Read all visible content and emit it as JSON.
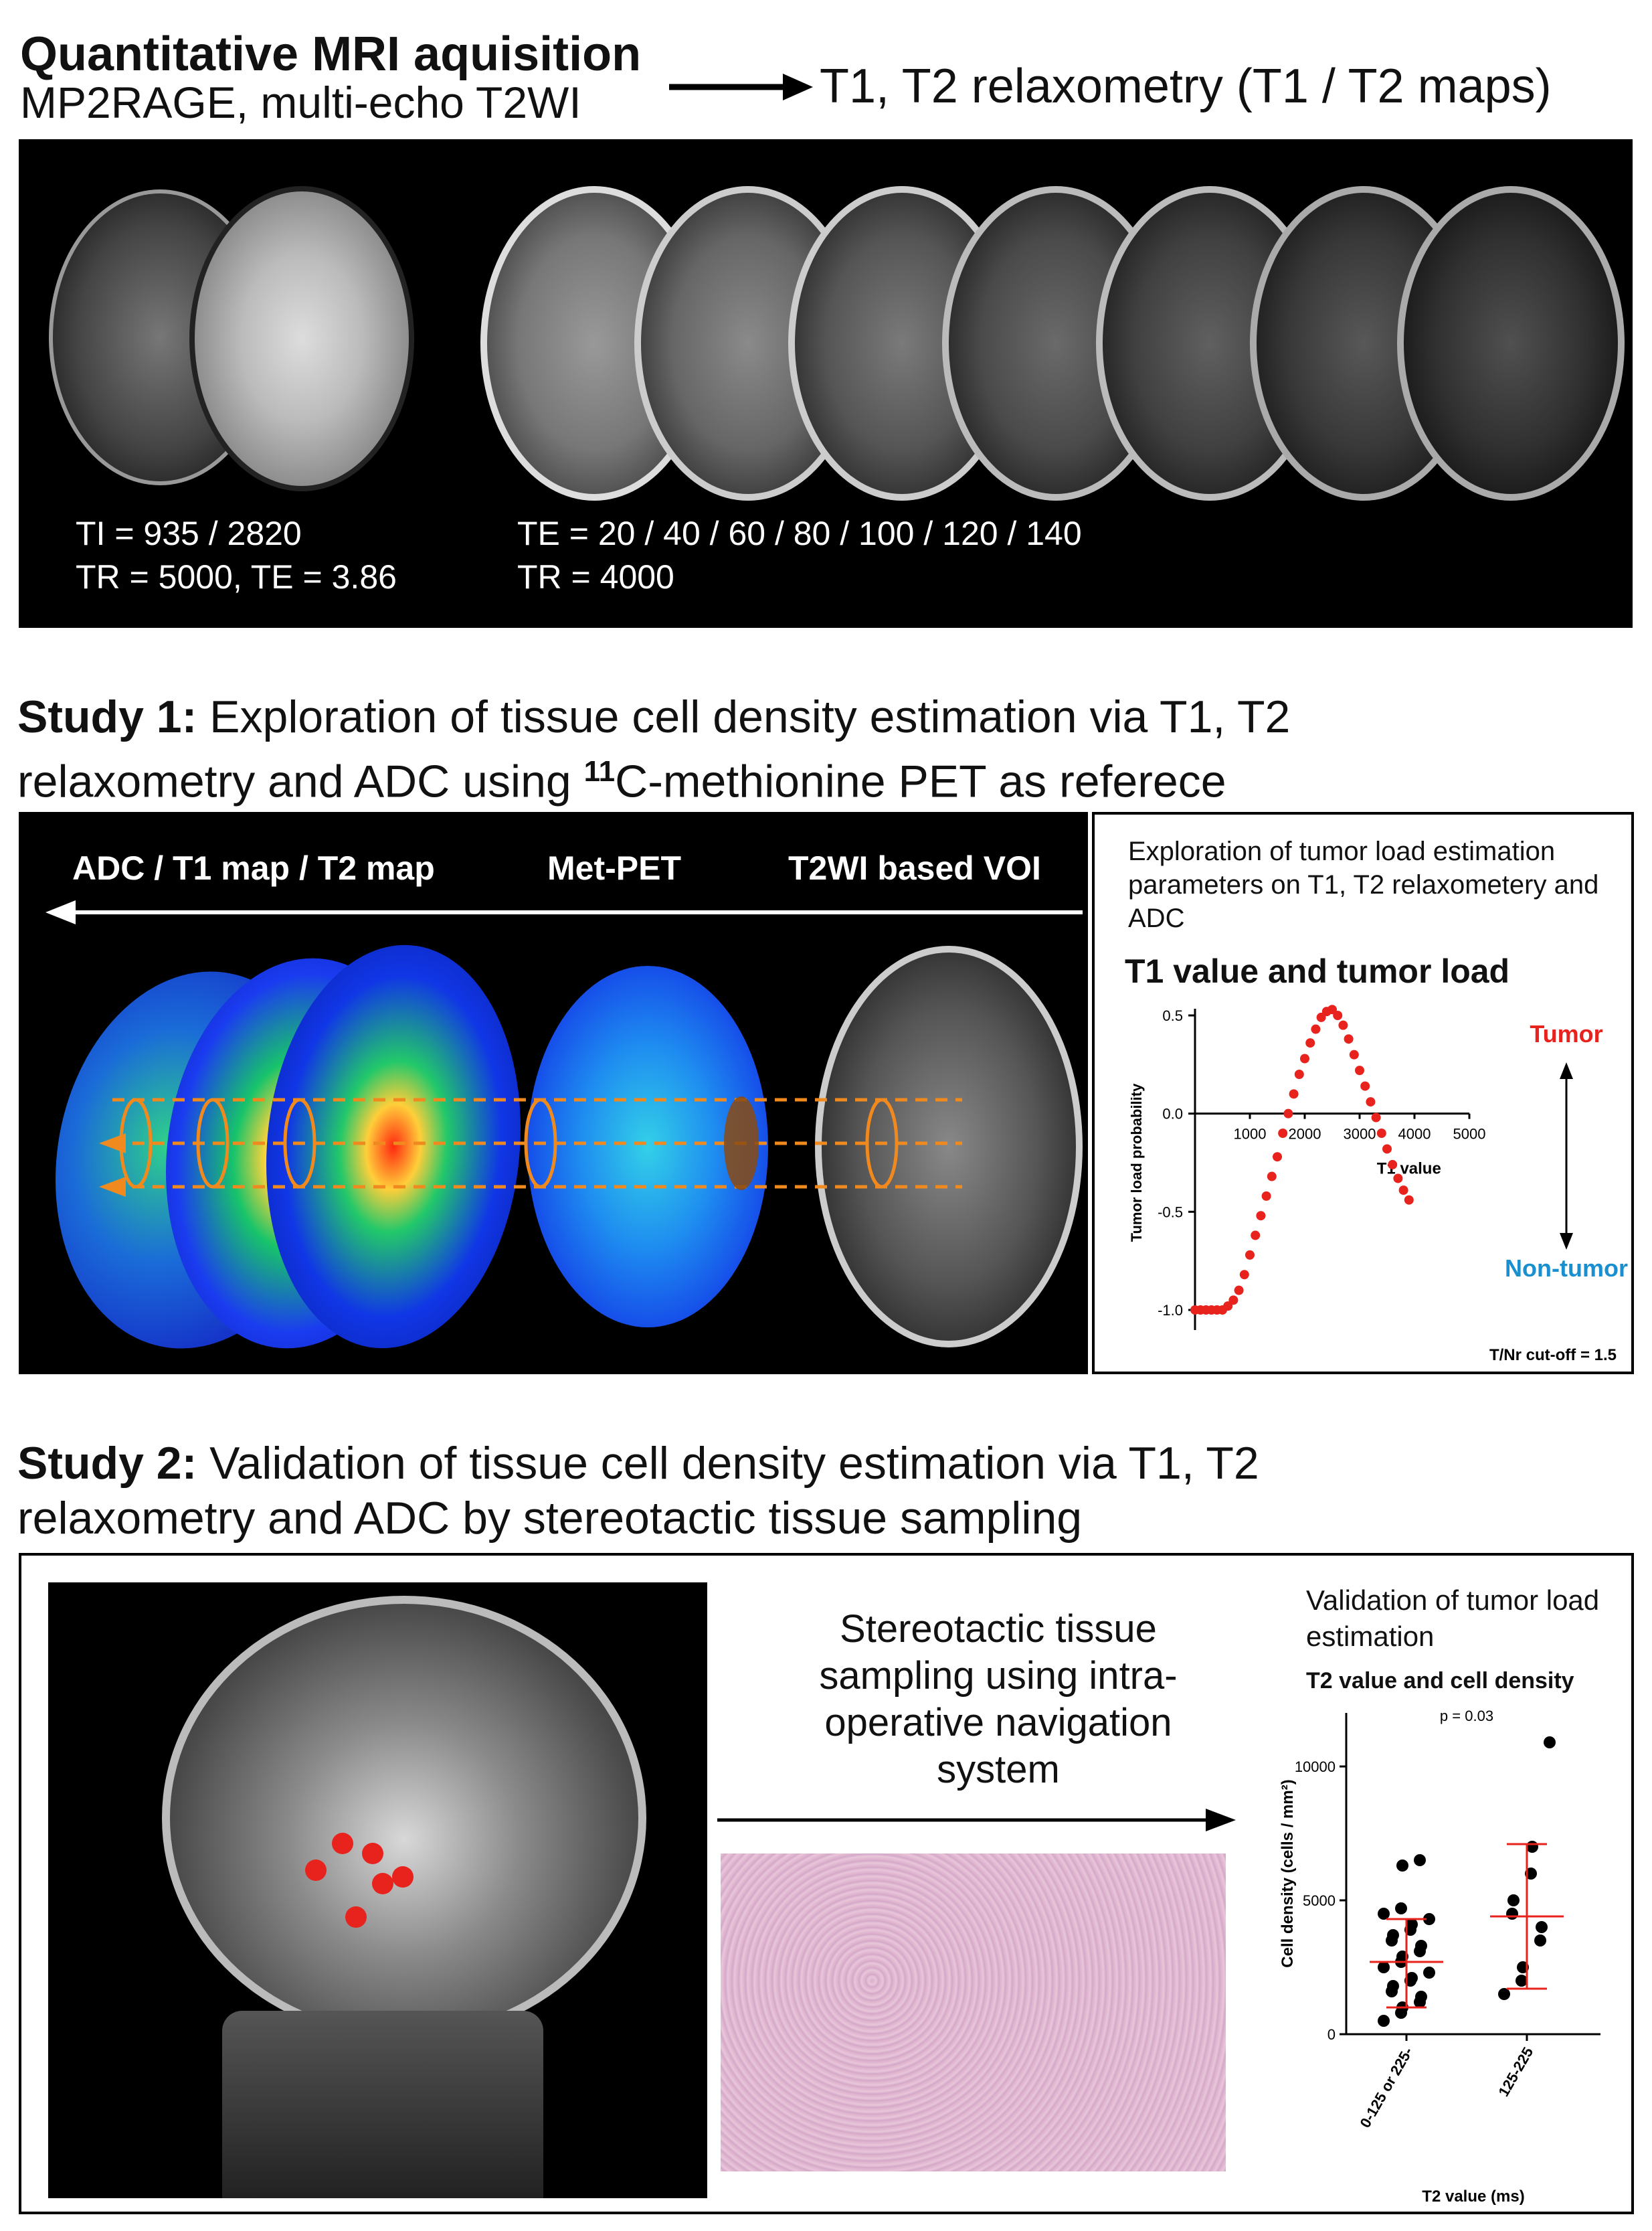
{
  "header": {
    "title": "Quantitative MRI aquisition",
    "subtitle": "MP2RAGE, multi-echo T2WI",
    "arrow_target": "T1, T2 relaxometry (T1 / T2 maps)"
  },
  "acquisition": {
    "mp2rage_line1": "TI = 935 / 2820",
    "mp2rage_line2": "TR = 5000, TE = 3.86",
    "t2wi_line1": "TE = 20 / 40 / 60 / 80 / 100 / 120 / 140",
    "t2wi_line2": "TR = 4000"
  },
  "study1": {
    "heading_bold": "Study 1:",
    "heading_line1": " Exploration of tissue cell density estimation via T1, T2",
    "heading_line2_a": "relaxometry and ADC using ",
    "heading_sup": "11",
    "heading_line2_b": "C-methionine PET as referece",
    "label_maps": "ADC / T1 map / T2 map",
    "label_pet": "Met-PET",
    "label_voi": "T2WI based VOI",
    "side_text": "Exploration of tumor load estimation parameters on T1, T2 relaxometery and ADC",
    "chart_title": "T1 value and tumor load",
    "tumor_label": "Tumor",
    "nontumor_label": "Non-tumor",
    "cutoff_label": "T/Nr cut-off = 1.5"
  },
  "study2": {
    "heading_bold": "Study 2:",
    "heading_line1": " Validation of tissue cell density estimation via T1, T2",
    "heading_line2": "relaxometry and ADC by stereotactic tissue sampling",
    "sampling_text": "Stereotactic tissue sampling using intra-operative navigation system",
    "side_text": "Validation of tumor load estimation",
    "chart_title": "T2 value and cell density",
    "p_value": "p = 0.03"
  },
  "colors": {
    "tumor": "#e8221c",
    "nontumor": "#1a8fd0",
    "orange": "#f08a1e",
    "scatter_red": "#e8221c"
  },
  "chart_data": [
    {
      "type": "scatter",
      "title": "T1 value and tumor load",
      "xlabel": "T1 value",
      "ylabel": "Tumor load probability",
      "xlim": [
        0,
        5000
      ],
      "ylim": [
        -1.0,
        0.5
      ],
      "xticks": [
        1000,
        2000,
        3000,
        4000,
        5000
      ],
      "yticks": [
        0.5,
        0.0,
        -0.5,
        -1.0
      ],
      "series": [
        {
          "x": [
            0,
            100,
            200,
            300,
            400,
            500,
            600,
            700,
            800,
            900,
            1000,
            1100,
            1200,
            1300,
            1400,
            1500,
            1600,
            1700,
            1800,
            1900,
            2000,
            2100,
            2200,
            2300,
            2400,
            2500,
            2600,
            2700,
            2800,
            2900,
            3000,
            3100,
            3200,
            3300,
            3400,
            3500,
            3600,
            3700,
            3800,
            3900
          ],
          "y": [
            -1.0,
            -1.0,
            -1.0,
            -1.0,
            -1.0,
            -1.0,
            -0.98,
            -0.95,
            -0.9,
            -0.82,
            -0.72,
            -0.62,
            -0.52,
            -0.42,
            -0.32,
            -0.22,
            -0.1,
            0.0,
            0.1,
            0.2,
            0.28,
            0.36,
            0.43,
            0.49,
            0.52,
            0.53,
            0.5,
            0.45,
            0.38,
            0.3,
            0.22,
            0.14,
            0.06,
            -0.02,
            -0.1,
            -0.18,
            -0.26,
            -0.33,
            -0.39,
            -0.44
          ]
        }
      ]
    },
    {
      "type": "scatter",
      "title": "T2 value and cell density",
      "xlabel": "T2 value (ms)",
      "ylabel": "Cell density (cells / mm²)",
      "ylim": [
        0,
        12000
      ],
      "yticks": [
        0,
        5000,
        10000
      ],
      "categories": [
        "0-125 or 225-",
        "125-225"
      ],
      "series": [
        {
          "category": "0-125 or 225-",
          "values": [
            500,
            800,
            1000,
            1200,
            1400,
            1600,
            1800,
            2000,
            2100,
            2300,
            2500,
            2700,
            2900,
            3100,
            3300,
            3500,
            3700,
            3900,
            4100,
            4300,
            4500,
            4700,
            6300,
            6500
          ],
          "mean": 2700,
          "sd": [
            1000,
            4300
          ]
        },
        {
          "category": "125-225",
          "values": [
            1500,
            2000,
            2500,
            3500,
            4000,
            4500,
            5000,
            6000,
            7000,
            10900
          ],
          "mean": 4400,
          "sd": [
            1700,
            7100
          ]
        }
      ]
    }
  ]
}
